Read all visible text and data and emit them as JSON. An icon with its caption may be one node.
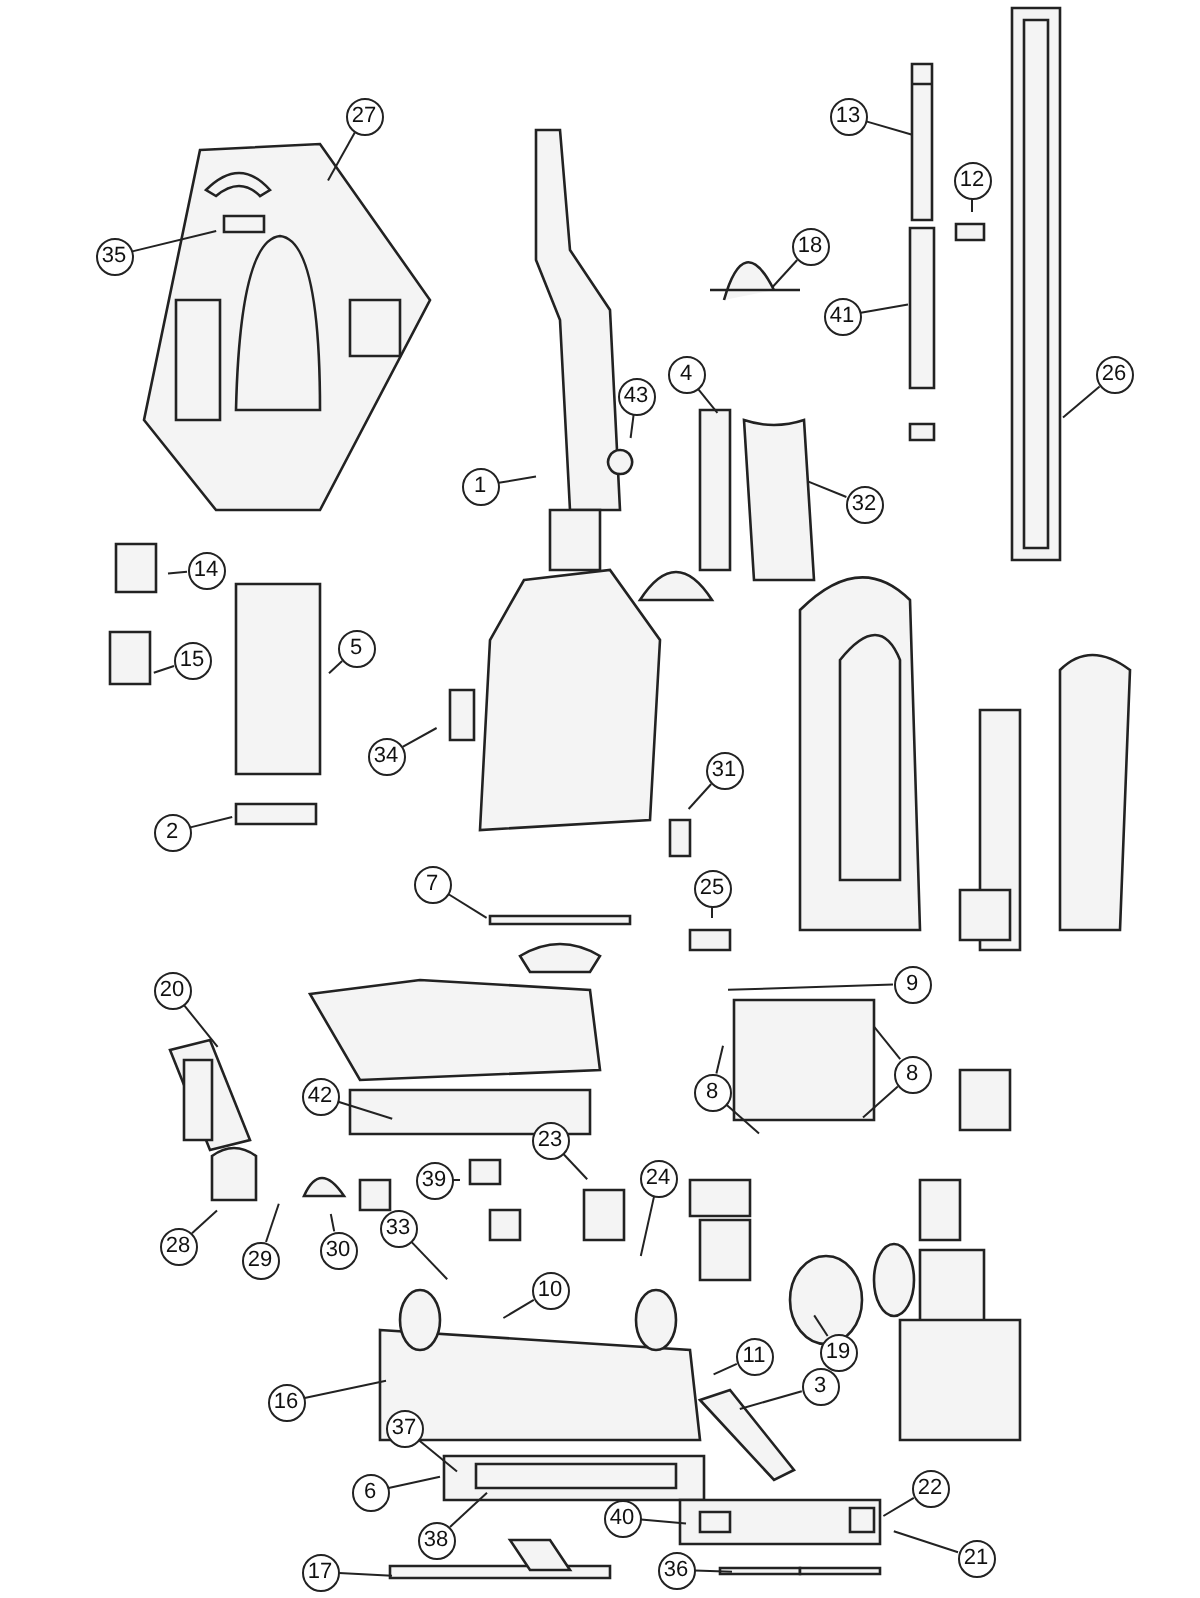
{
  "diagram": {
    "nodes": [
      {
        "text": [
          "13"
        ]
      },
      {
        "text": [
          "27"
        ]
      },
      {
        "text": [
          "12"
        ]
      },
      {
        "text": [
          "18"
        ]
      },
      {
        "text": [
          "35"
        ]
      },
      {
        "text": [
          "41"
        ]
      },
      {
        "text": [
          "4"
        ]
      },
      {
        "text": [
          "26"
        ]
      },
      {
        "text": [
          "43"
        ]
      },
      {
        "text": [
          "1"
        ]
      },
      {
        "text": [
          "32"
        ]
      },
      {
        "text": [
          "14"
        ]
      },
      {
        "text": [
          "5"
        ]
      },
      {
        "text": [
          "15"
        ]
      },
      {
        "text": [
          "34"
        ]
      },
      {
        "text": [
          "31"
        ]
      },
      {
        "text": [
          "2"
        ]
      },
      {
        "text": [
          "7"
        ]
      },
      {
        "text": [
          "25"
        ]
      },
      {
        "text": [
          "9"
        ]
      },
      {
        "text": [
          "20"
        ]
      },
      {
        "text": [
          "8"
        ]
      },
      {
        "text": [
          "8"
        ]
      },
      {
        "text": [
          "42"
        ]
      },
      {
        "text": [
          "23"
        ]
      },
      {
        "text": [
          "24"
        ]
      },
      {
        "text": [
          "39"
        ]
      },
      {
        "text": [
          "33"
        ]
      },
      {
        "text": [
          "28"
        ]
      },
      {
        "text": [
          "30"
        ]
      },
      {
        "text": [
          "29"
        ]
      },
      {
        "text": [
          "10"
        ]
      },
      {
        "text": [
          "19"
        ]
      },
      {
        "text": [
          "11"
        ]
      },
      {
        "text": [
          "3"
        ]
      },
      {
        "text": [
          "16"
        ]
      },
      {
        "text": [
          "37"
        ]
      },
      {
        "text": [
          "22"
        ]
      },
      {
        "text": [
          "6"
        ]
      },
      {
        "text": [
          "40"
        ]
      },
      {
        "text": [
          "38"
        ]
      },
      {
        "text": [
          "21"
        ]
      },
      {
        "text": [
          "36"
        ]
      },
      {
        "text": [
          "17"
        ]
      }
    ],
    "edges": [
      {
        "from": 0,
        "to": null,
        "arrow": "none"
      },
      {
        "from": 1,
        "to": null,
        "arrow": "none"
      },
      {
        "from": 2,
        "to": null,
        "arrow": "none"
      },
      {
        "from": 3,
        "to": null,
        "arrow": "none"
      },
      {
        "from": 4,
        "to": null,
        "arrow": "none"
      },
      {
        "from": 5,
        "to": null,
        "arrow": "none"
      },
      {
        "from": 6,
        "to": null,
        "arrow": "none"
      },
      {
        "from": 7,
        "to": null,
        "arrow": "none"
      },
      {
        "from": 8,
        "to": null,
        "arrow": "none"
      },
      {
        "from": 9,
        "to": null,
        "arrow": "none"
      },
      {
        "from": 10,
        "to": null,
        "arrow": "none"
      },
      {
        "from": 11,
        "to": null,
        "arrow": "none"
      },
      {
        "from": 12,
        "to": null,
        "arrow": "none"
      },
      {
        "from": 13,
        "to": null,
        "arrow": "none"
      },
      {
        "from": 14,
        "to": null,
        "arrow": "none"
      },
      {
        "from": 15,
        "to": null,
        "arrow": "none"
      },
      {
        "from": 16,
        "to": null,
        "arrow": "none"
      },
      {
        "from": 17,
        "to": null,
        "arrow": "none"
      },
      {
        "from": 18,
        "to": null,
        "arrow": "none"
      },
      {
        "from": 19,
        "to": null,
        "arrow": "none"
      },
      {
        "from": 20,
        "to": null,
        "arrow": "none"
      },
      {
        "from": 21,
        "to": null,
        "arrow": "none"
      },
      {
        "from": 21,
        "to": null,
        "arrow": "none"
      },
      {
        "from": 22,
        "to": null,
        "arrow": "none"
      },
      {
        "from": 22,
        "to": null,
        "arrow": "none"
      },
      {
        "from": 23,
        "to": null,
        "arrow": "none"
      },
      {
        "from": 24,
        "to": null,
        "arrow": "none"
      },
      {
        "from": 25,
        "to": null,
        "arrow": "none"
      },
      {
        "from": 26,
        "to": null,
        "arrow": "none"
      },
      {
        "from": 27,
        "to": null,
        "arrow": "none"
      },
      {
        "from": 28,
        "to": null,
        "arrow": "none"
      },
      {
        "from": 29,
        "to": null,
        "arrow": "none"
      },
      {
        "from": 30,
        "to": null,
        "arrow": "none"
      },
      {
        "from": 31,
        "to": null,
        "arrow": "none"
      },
      {
        "from": 32,
        "to": null,
        "arrow": "none"
      },
      {
        "from": 33,
        "to": null,
        "arrow": "none"
      },
      {
        "from": 34,
        "to": null,
        "arrow": "none"
      },
      {
        "from": 35,
        "to": null,
        "arrow": "none"
      },
      {
        "from": 36,
        "to": null,
        "arrow": "none"
      },
      {
        "from": 37,
        "to": null,
        "arrow": "none"
      },
      {
        "from": 38,
        "to": null,
        "arrow": "none"
      },
      {
        "from": 39,
        "to": null,
        "arrow": "none"
      },
      {
        "from": 40,
        "to": null,
        "arrow": "none"
      },
      {
        "from": 41,
        "to": null,
        "arrow": "none"
      },
      {
        "from": 42,
        "to": null,
        "arrow": "none"
      },
      {
        "from": 43,
        "to": null,
        "arrow": "none"
      }
    ]
  }
}
